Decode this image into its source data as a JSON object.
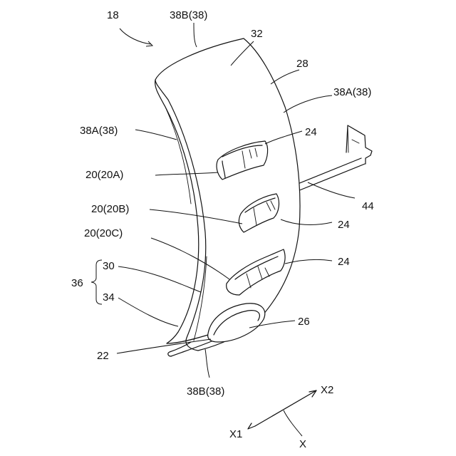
{
  "labels": {
    "l18": "18",
    "l38b_top": "38B(38)",
    "l32": "32",
    "l28": "28",
    "l38a_right": "38A(38)",
    "l38a_left": "38A(38)",
    "l24_a": "24",
    "l20a": "20(20A)",
    "l20b": "20(20B)",
    "l44": "44",
    "l24_b": "24",
    "l20c": "20(20C)",
    "l30": "30",
    "l36": "36",
    "l24_c": "24",
    "l34": "34",
    "l26": "26",
    "l22": "22",
    "l38b_bottom": "38B(38)",
    "x2": "X2",
    "x1": "X1",
    "x": "X"
  }
}
